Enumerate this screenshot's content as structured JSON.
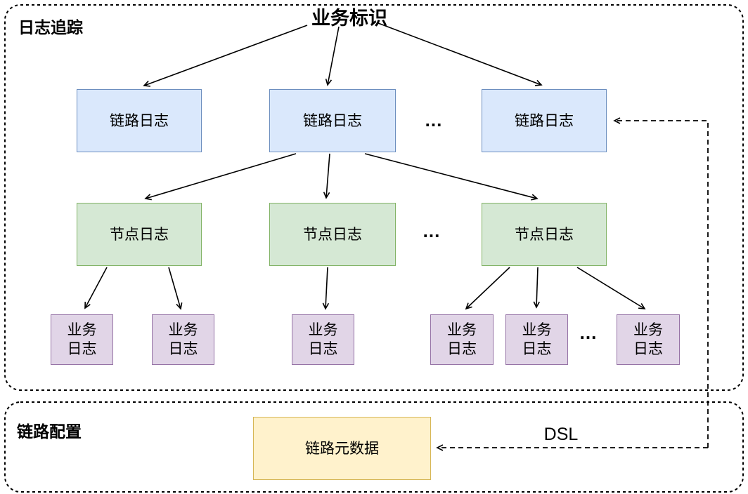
{
  "title": "业务标识",
  "tracing_section": {
    "label": "日志追踪",
    "link_logs": [
      "链路日志",
      "链路日志",
      "链路日志"
    ],
    "node_logs": [
      "节点日志",
      "节点日志",
      "节点日志"
    ],
    "biz_logs": [
      "业务日志",
      "业务日志",
      "业务日志",
      "业务日志",
      "业务日志",
      "业务日志"
    ],
    "ellipsis": "..."
  },
  "config_section": {
    "label": "链路配置",
    "metadata_label": "链路元数据",
    "dsl_label": "DSL"
  },
  "colors": {
    "link_log_fill": "#dae8fc",
    "link_log_border": "#6c8ebf",
    "node_log_fill": "#d5e8d4",
    "node_log_border": "#82b366",
    "biz_log_fill": "#e1d5e7",
    "biz_log_border": "#9673a6",
    "metadata_fill": "#fff2cc",
    "metadata_border": "#d6b656",
    "line_color": "#000000"
  }
}
